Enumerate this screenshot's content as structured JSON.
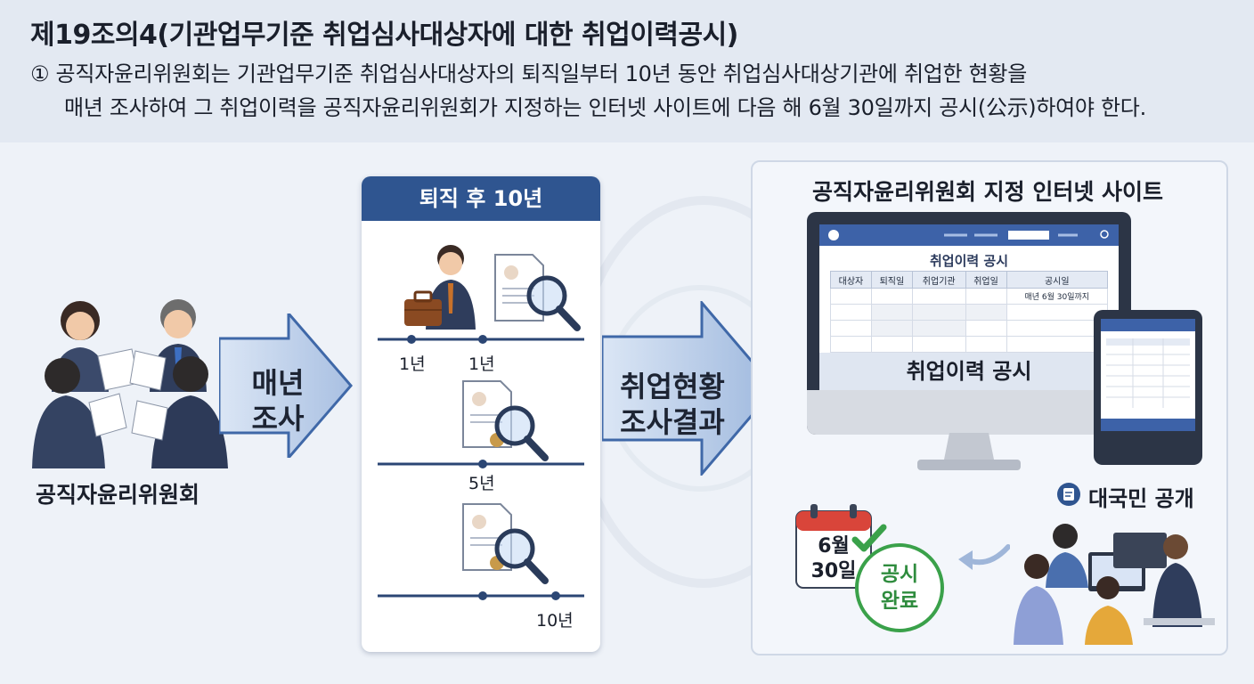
{
  "header": {
    "title": "제19조의4(기관업무기준 취업심사대상자에 대한 취업이력공시)",
    "paragraph_line1": "① 공직자윤리위원회는 기관업무기준 취업심사대상자의 퇴직일부터 10년 동안 취업심사대상기관에 취업한 현황을",
    "paragraph_line2": "매년 조사하여 그 취업이력을 공직자윤리위원회가 지정하는 인터넷 사이트에 다음 해 6월 30일까지 공시(公示)하여야 한다."
  },
  "left": {
    "org_label": "공직자윤리위원회",
    "arrow_label_line1": "매년",
    "arrow_label_line2": "조사"
  },
  "timeline_panel": {
    "header": "퇴직 후 10년",
    "row1_labels": [
      "1년",
      "1년"
    ],
    "row2_label": "5년",
    "row3_label": "10년"
  },
  "middle_arrow": {
    "line1": "취업현황",
    "line2": "조사결과"
  },
  "site": {
    "title": "공직자윤리위원회 지정 인터넷 사이트",
    "screen_title": "취업이력 공시",
    "table_headers": [
      "대상자",
      "퇴직일",
      "취업기관",
      "취업일",
      "공시일"
    ],
    "table_first_note": "매년 6월 30일까지",
    "screen_footer": "취업이력 공시",
    "public_label": "대국민 공개"
  },
  "calendar": {
    "month": "6월",
    "day": "30일"
  },
  "stamp": {
    "line1": "공시",
    "line2": "완료"
  },
  "colors": {
    "navy": "#2f5590",
    "arrow_fill": "#c6d6ec",
    "stamp_green": "#3aa14a",
    "calendar_red": "#d9453a"
  },
  "icons": [
    "people-meeting-icon",
    "businessman-icon",
    "briefcase-icon",
    "document-search-icon",
    "certificate-search-icon",
    "monitor-icon",
    "tablet-icon",
    "calendar-icon",
    "checkmark-icon",
    "public-disclosure-icon",
    "people-devices-icon",
    "return-arrow-icon"
  ]
}
